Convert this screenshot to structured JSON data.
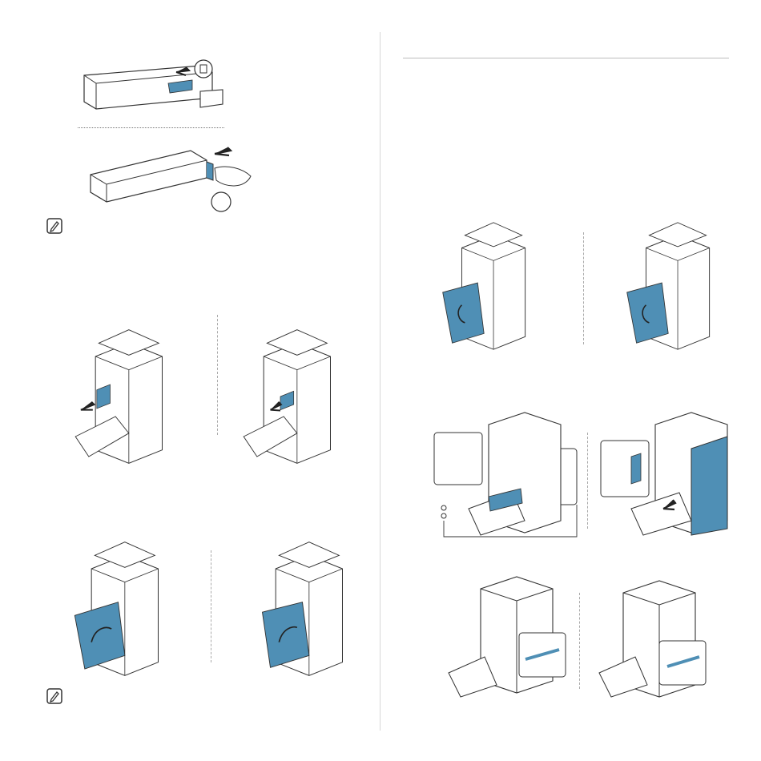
{
  "page": {
    "note_icons": [
      "note-pencil-icon",
      "note-pencil-icon"
    ],
    "colors": {
      "accent_blue": "#4f8fb5",
      "line": "#333333",
      "divider": "#cccccc"
    }
  },
  "figures": {
    "left": [
      "toner-cartridge-slide-cover",
      "toner-cartridge-pull-tab",
      "insert-cartridge-push",
      "insert-cartridge-seat",
      "close-front-cover-1",
      "close-front-cover-2"
    ],
    "right": [
      "open-front-cover-1",
      "open-front-cover-2",
      "remove-waste-toner-container",
      "open-side-cover",
      "imaging-unit-removal-1",
      "imaging-unit-removal-2"
    ]
  }
}
